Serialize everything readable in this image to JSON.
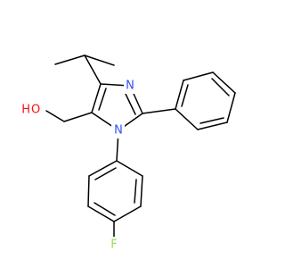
{
  "colors": {
    "bond": "#000000",
    "background": "#ffffff"
  },
  "atoms": {
    "hydroxyl_oxygen": "O",
    "hydroxyl_hydrogen": "H",
    "nitrogen_1": "N",
    "nitrogen_3": "N",
    "fluorine": "F"
  },
  "atom_colors": {
    "hydroxyl_oxygen": "#ff0d0d",
    "hydroxyl_hydrogen": "#ff0d0d",
    "nitrogen_1": "#3050f8",
    "nitrogen_3": "#3050f8",
    "fluorine": "#90e050"
  }
}
